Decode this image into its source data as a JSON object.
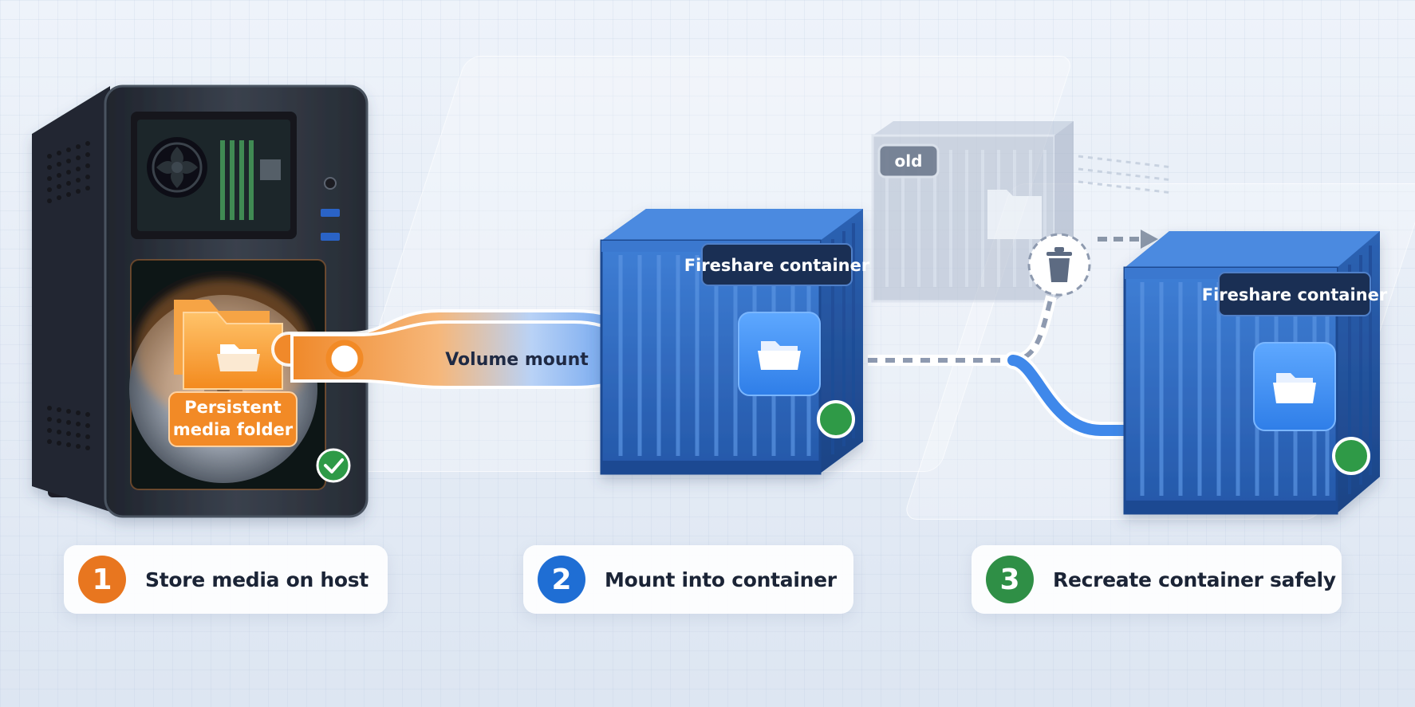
{
  "labels": {
    "persistent_line1": "Persistent",
    "persistent_line2": "media folder",
    "volume_mount": "Volume mount",
    "container_title": "Fireshare container",
    "old_tag": "old"
  },
  "steps": [
    {
      "number": "1",
      "label": "Store media on host",
      "color": "#e8761f"
    },
    {
      "number": "2",
      "label": "Mount into container",
      "color": "#1f6ed4"
    },
    {
      "number": "3",
      "label": "Recreate container safely",
      "color": "#2f8f46"
    }
  ],
  "colors": {
    "orange_accent": "#f28a26",
    "container_blue": "#2f6cc4",
    "mount_blue": "#3f88ea",
    "success_green": "#2f9a47",
    "server_dark": "#2d3440"
  }
}
